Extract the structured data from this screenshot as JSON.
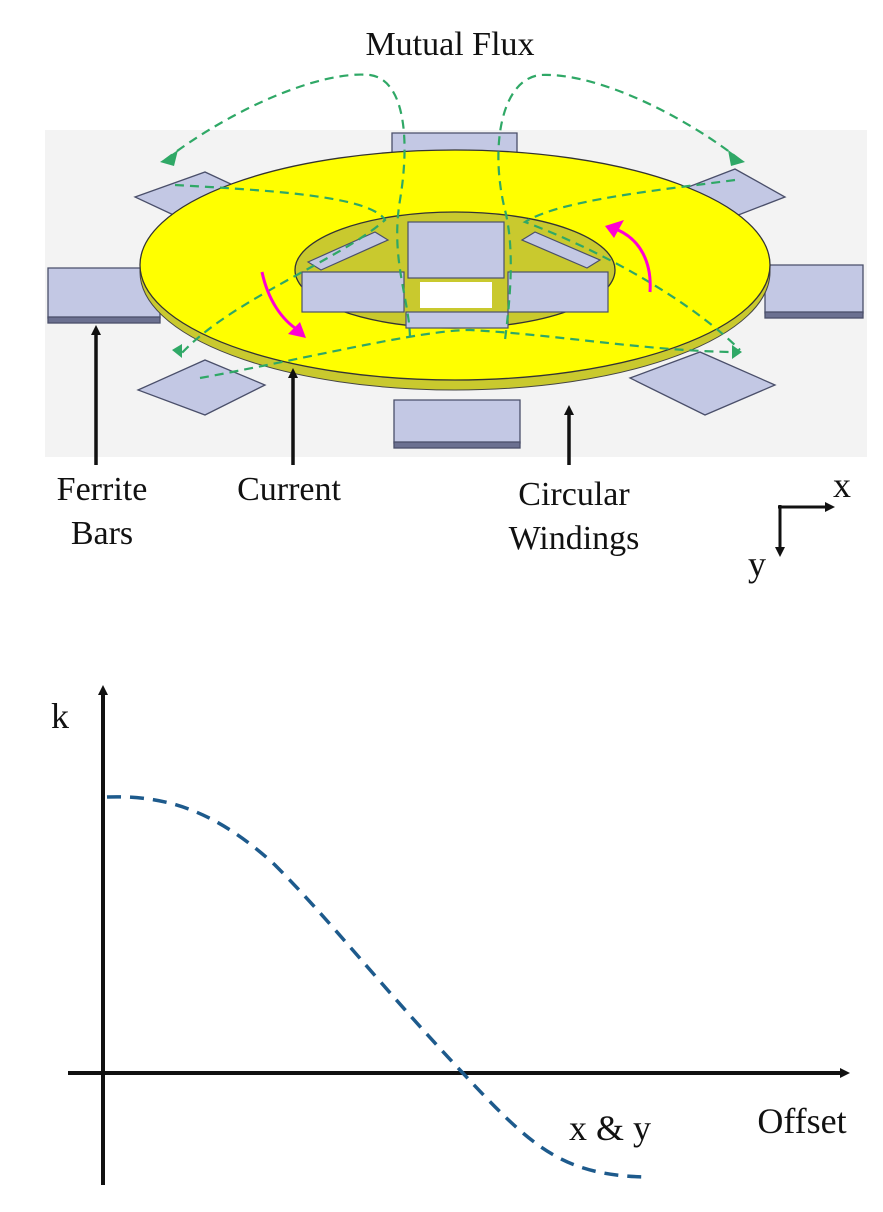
{
  "diagram": {
    "title": "Mutual Flux",
    "labels": {
      "ferrite_line1": "Ferrite",
      "ferrite_line2": "Bars",
      "current": "Current",
      "windings_line1": "Circular",
      "windings_line2": "Windings",
      "axis_x": "x",
      "axis_y": "y"
    },
    "colors": {
      "winding": "#ffff00",
      "ferrite": "#c3c8e4",
      "flux": "#2fa866",
      "current_arrow": "#ff00d4",
      "background_panel": "#f3f3f3"
    }
  },
  "plot": {
    "ylabel": "k",
    "xlabel": "Offset",
    "curve_label": "x & y",
    "curve_color": "#1d5a8c"
  }
}
